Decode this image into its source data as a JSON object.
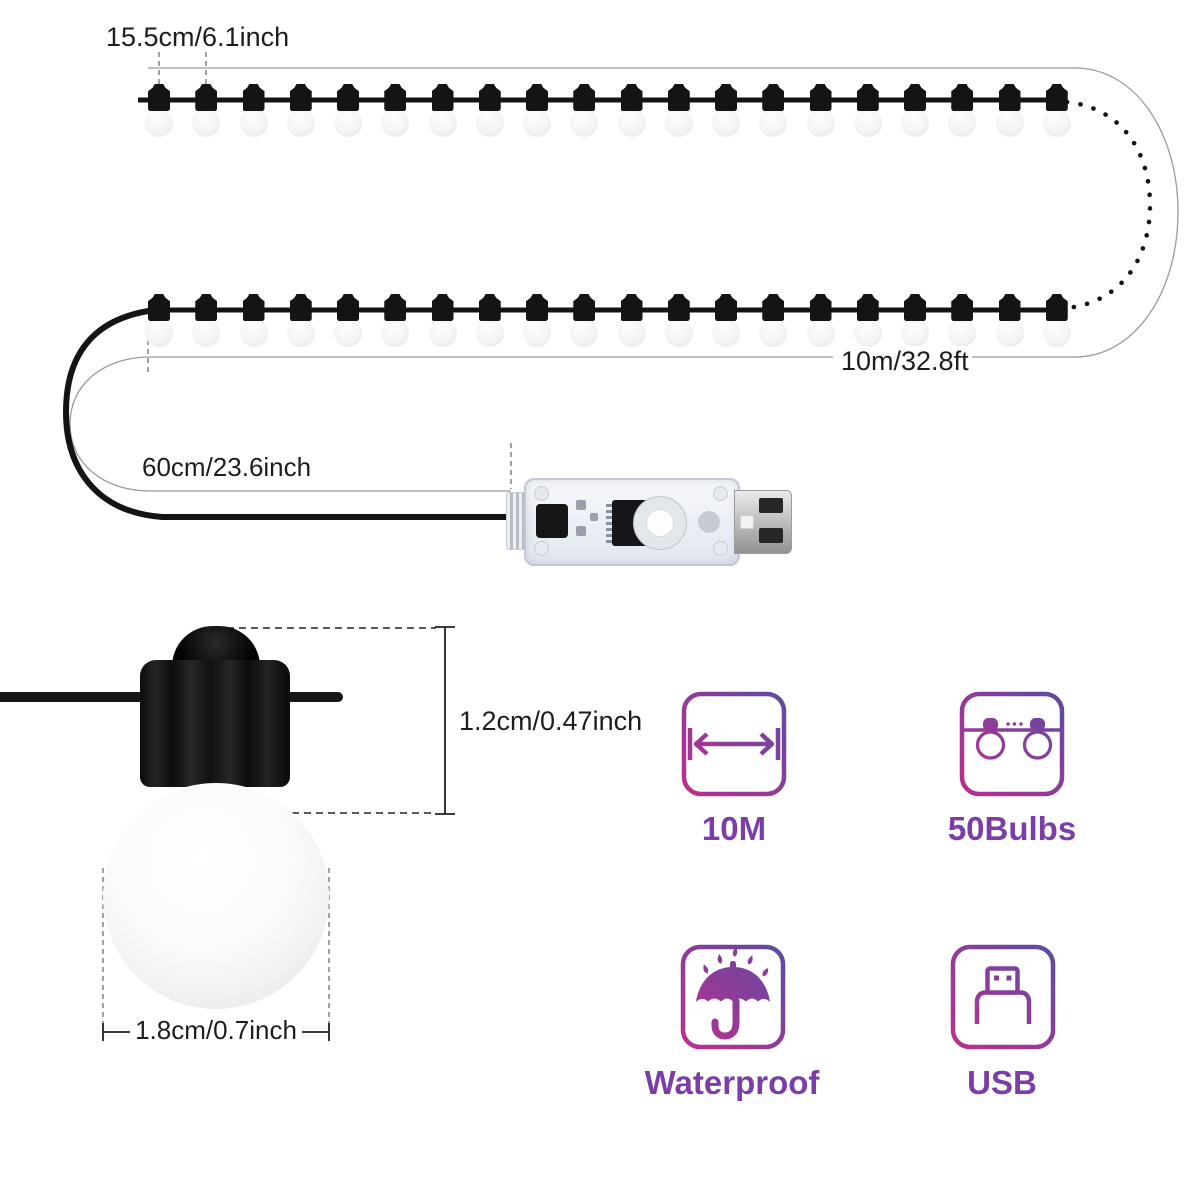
{
  "product_diagram": {
    "annotations": {
      "bulb_spacing": "15.5cm/6.1inch",
      "string_length": "10m/32.8ft",
      "lead_length": "60cm/23.6inch",
      "socket_height": "1.2cm/0.47inch",
      "bulb_diameter": "1.8cm/0.7inch"
    },
    "string": {
      "rows": 2,
      "bulbs_per_row": 20
    },
    "features": [
      {
        "id": "length",
        "icon": "width-arrow-icon",
        "label": "10M"
      },
      {
        "id": "bulb-count",
        "icon": "string-bulbs-icon",
        "label": "50Bulbs"
      },
      {
        "id": "waterproof",
        "icon": "umbrella-rain-icon",
        "label": "Waterproof"
      },
      {
        "id": "power",
        "icon": "usb-plug-icon",
        "label": "USB"
      }
    ],
    "colors": {
      "accent_gradient_start": "#c02e8d",
      "accent_gradient_end": "#5a4ca3",
      "label_purple": "#7c3da6",
      "wire_black": "#141414",
      "dimension_gray": "#9a9a9a"
    }
  }
}
